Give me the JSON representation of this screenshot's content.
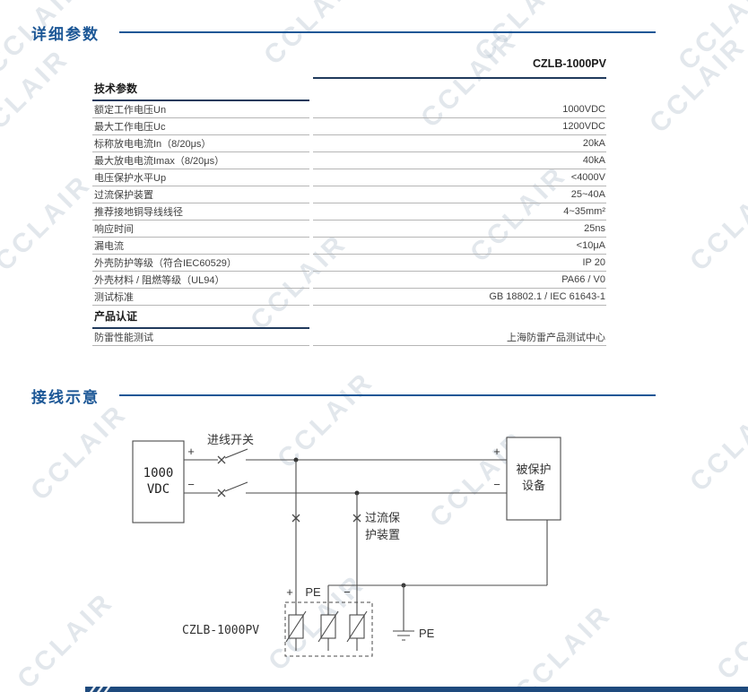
{
  "watermark": {
    "text": "CCLAIR"
  },
  "colors": {
    "accent_blue": "#1c5796",
    "header_line": "#203a5c",
    "bottom_bar": "#1e4a7d"
  },
  "sections": {
    "params_title": "详细参数",
    "wiring_title": "接线示意"
  },
  "table": {
    "model": "CZLB-1000PV",
    "tech_header": "技术参数",
    "cert_header": "产品认证",
    "rows": [
      {
        "param": "额定工作电压Un",
        "value": "1000VDC"
      },
      {
        "param": "最大工作电压Uc",
        "value": "1200VDC"
      },
      {
        "param": "标称放电电流In（8/20μs）",
        "value": "20kA"
      },
      {
        "param": "最大放电电流Imax（8/20μs）",
        "value": "40kA"
      },
      {
        "param": "电压保护水平Up",
        "value": "<4000V"
      },
      {
        "param": "过流保护装置",
        "value": "25~40A"
      },
      {
        "param": "推荐接地铜导线线径",
        "value": "4~35mm²"
      },
      {
        "param": "响应时间",
        "value": "25ns"
      },
      {
        "param": "漏电流",
        "value": "<10μA"
      },
      {
        "param": "外壳防护等级（符合IEC60529）",
        "value": "IP 20"
      },
      {
        "param": "外壳材料 / 阻燃等级（UL94）",
        "value": "PA66 / V0"
      },
      {
        "param": "测试标准",
        "value": "GB 18802.1 / IEC 61643-1"
      }
    ],
    "cert_rows": [
      {
        "param": "防雷性能测试",
        "value": "上海防雷产品测试中心"
      }
    ]
  },
  "diagram": {
    "source_line1": "1000",
    "source_line2": "VDC",
    "switch_label": "进线开关",
    "plus": "+",
    "minus": "−",
    "pe": "PE",
    "ocp_line1": "过流保",
    "ocp_line2": "护装置",
    "load_line1": "被保护",
    "load_line2": "设备",
    "spd_label": "CZLB-1000PV"
  }
}
